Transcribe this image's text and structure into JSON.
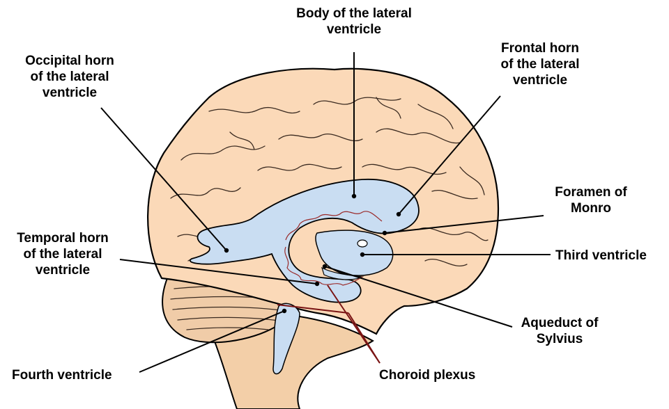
{
  "colors": {
    "brain": "#fbd9b8",
    "brain_outline": "#000000",
    "ventricle": "#c9ddf2",
    "ventricle_outline": "#000000",
    "choroid_plexus": "#7a1414",
    "label_text": "#000000"
  },
  "labels": {
    "body": "Body of the lateral\nventricle",
    "occipital": "Occipital horn\nof the lateral\nventricle",
    "frontal": "Frontal horn\nof the lateral\nventricle",
    "monro": "Foramen of\nMonro",
    "temporal": "Temporal horn\nof the lateral\nventricle",
    "third": "Third ventricle",
    "aqueduct": "Aqueduct of\nSylvius",
    "fourth": "Fourth ventricle",
    "choroid": "Choroid plexus"
  }
}
